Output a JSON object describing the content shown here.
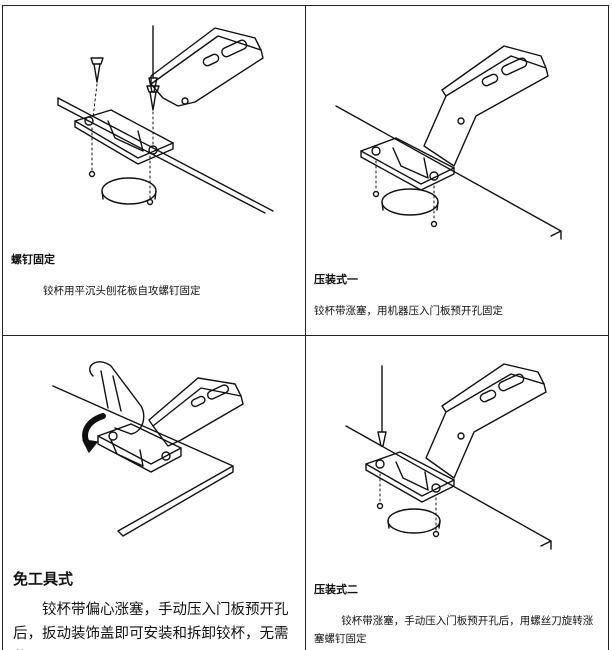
{
  "panels": [
    {
      "title": "螺钉固定",
      "description": "铰杯用平沉头刨花板自攻螺钉固定"
    },
    {
      "title": "压装式一",
      "description": "铰杯带涨塞，用机器压入门板预开孔固定"
    },
    {
      "title": "免工具式",
      "description": "铰杯带偏心涨塞，手动压入门板预开孔后，扳动装饰盖即可安装和拆卸铰杯，无需使用工具。"
    },
    {
      "title": "压装式二",
      "description": "铰杯带涨塞，手动压入门板预开孔后，用螺丝刀旋转涨塞螺钉固定"
    }
  ]
}
